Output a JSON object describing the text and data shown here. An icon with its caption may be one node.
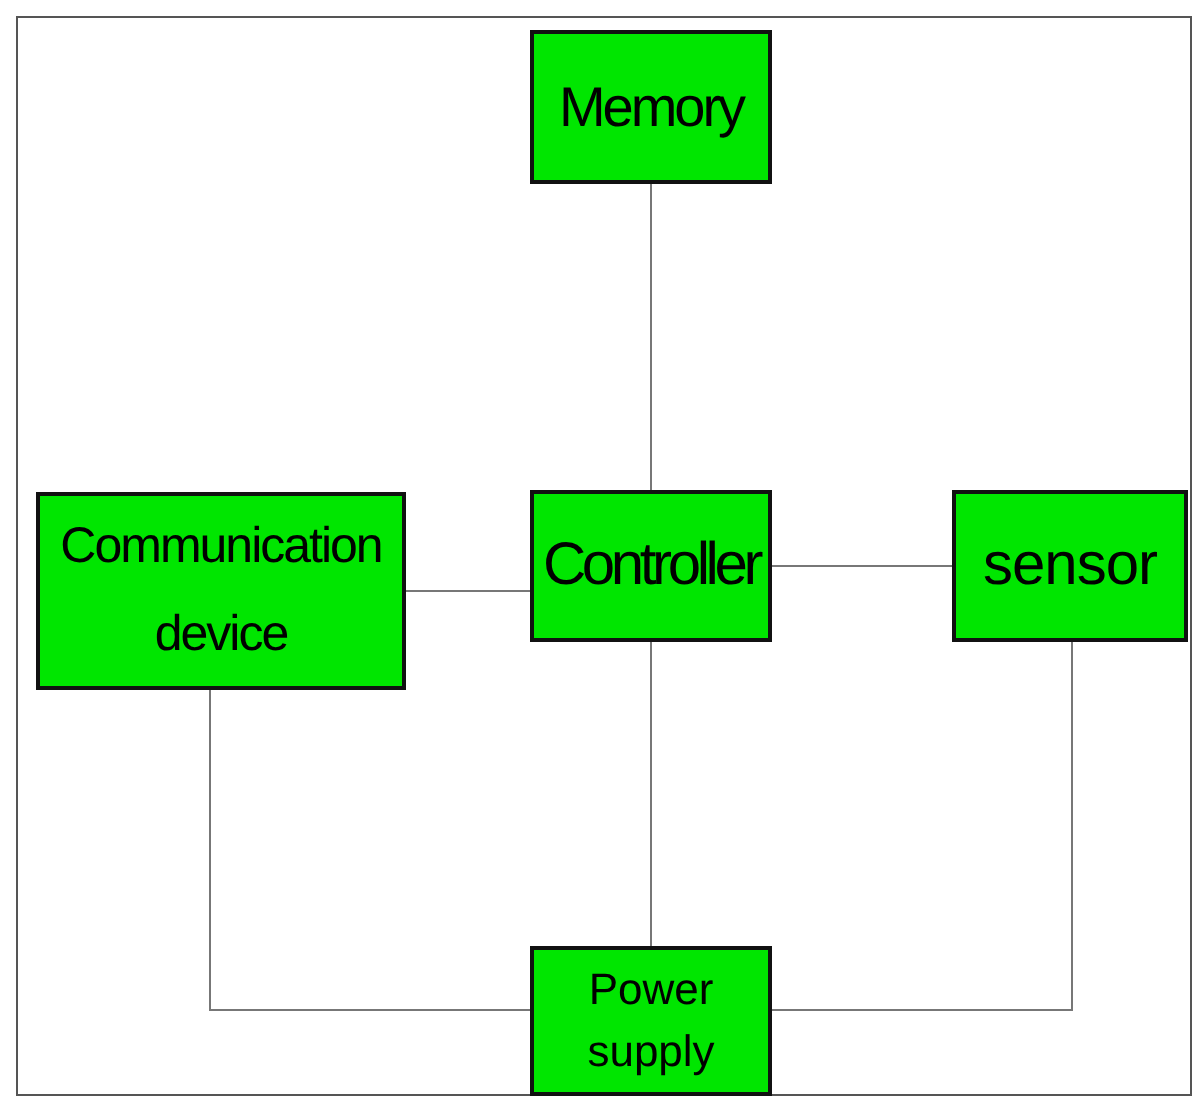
{
  "diagram": {
    "nodes": [
      {
        "text": [
          "Memory"
        ]
      },
      {
        "text": [
          "Communication device"
        ]
      },
      {
        "text": [
          "Controller"
        ]
      },
      {
        "text": [
          "sensor"
        ]
      },
      {
        "text": [
          "Power supply"
        ]
      }
    ],
    "edges": [
      {
        "from": 0,
        "to": 2,
        "arrow": "none"
      },
      {
        "from": 1,
        "to": 2,
        "arrow": "none"
      },
      {
        "from": 2,
        "to": 3,
        "arrow": "none"
      },
      {
        "from": 2,
        "to": 4,
        "arrow": "none"
      },
      {
        "from": 1,
        "to": 4,
        "arrow": "none"
      },
      {
        "from": 3,
        "to": 4,
        "arrow": "none"
      }
    ]
  }
}
